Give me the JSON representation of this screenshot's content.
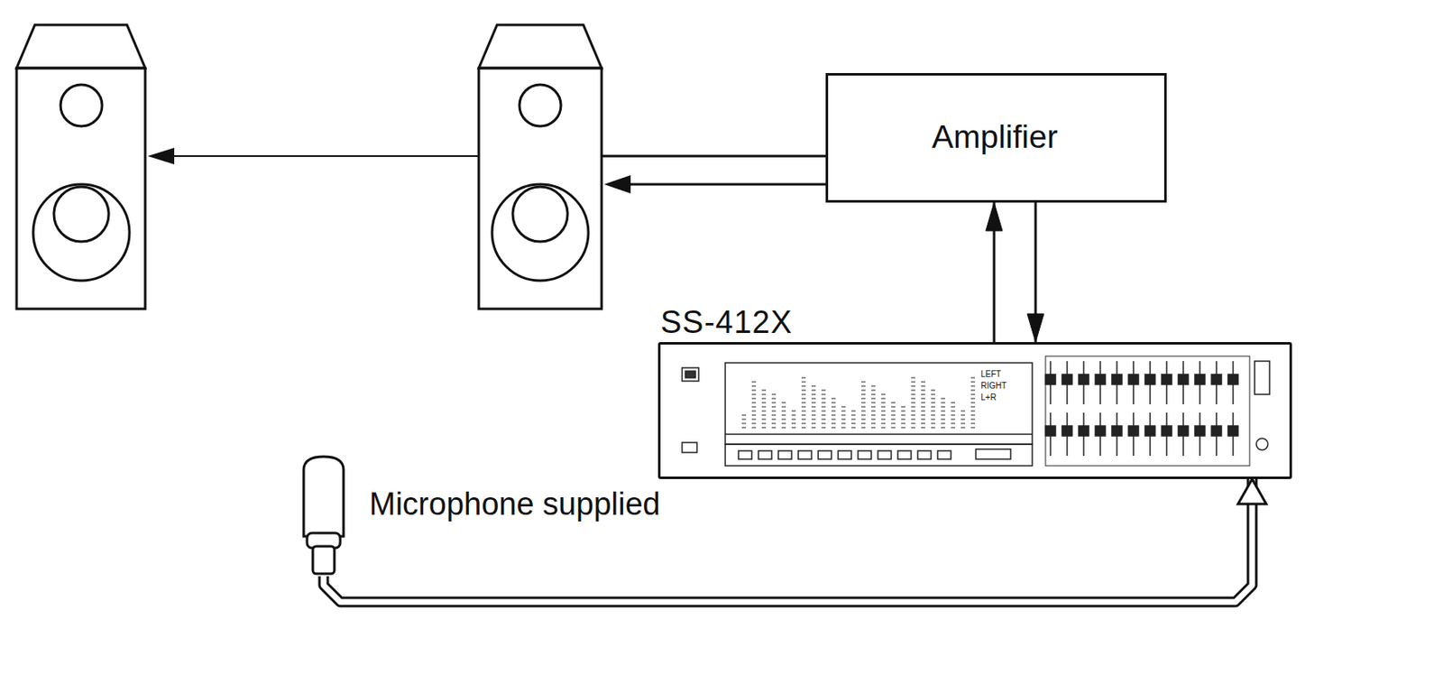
{
  "diagram": {
    "nodes": [
      {
        "text": [
          "Amplifier"
        ]
      },
      {
        "text": [
          "SS-412X"
        ]
      },
      {
        "text": [
          "Microphone supplied"
        ]
      }
    ],
    "edges": [
      {
        "from": 1,
        "to": 0,
        "arrow": "to"
      },
      {
        "from": 0,
        "to": 1,
        "arrow": "to"
      },
      {
        "from": 2,
        "to": 1,
        "arrow": "to"
      }
    ],
    "labels": [
      "LEFT",
      "RIGHT",
      "L+R"
    ]
  }
}
